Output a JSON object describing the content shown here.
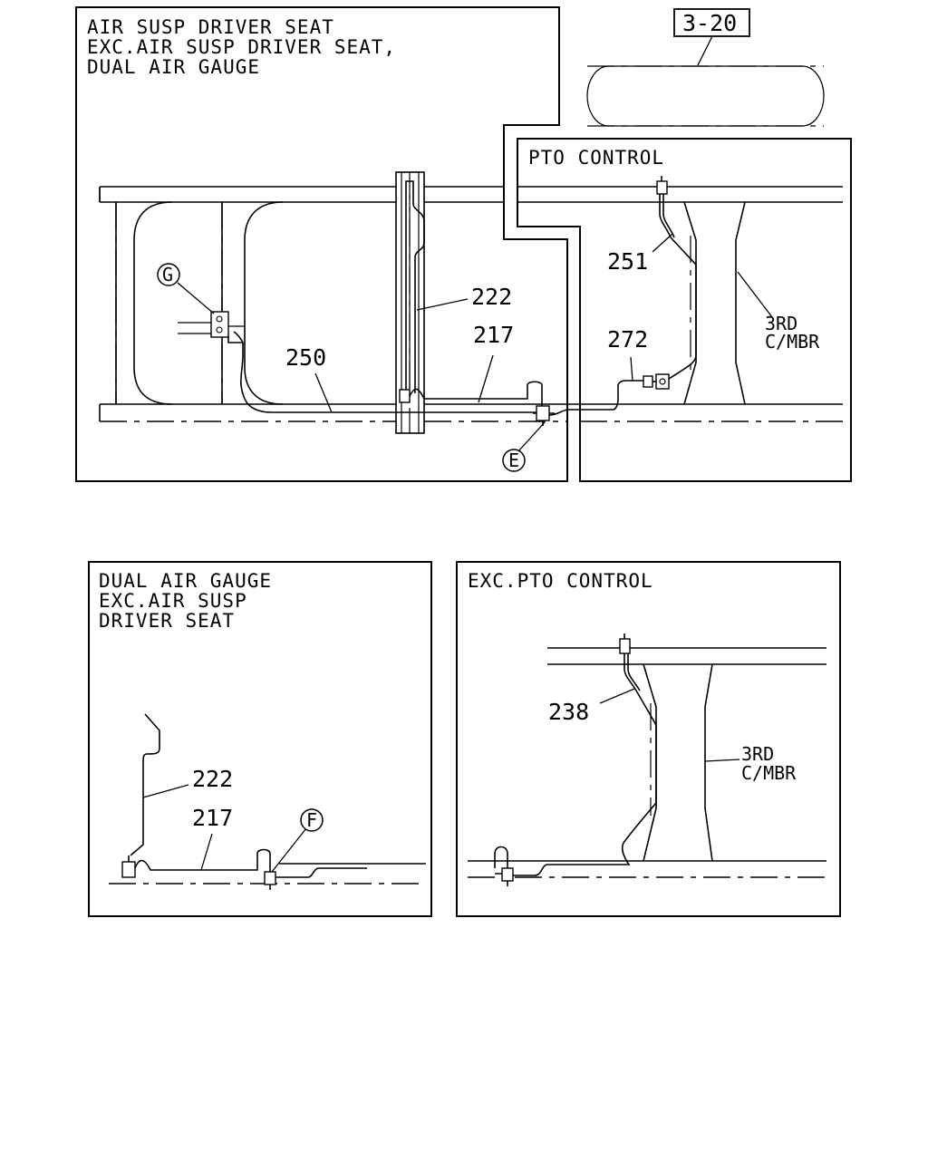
{
  "panel_main": {
    "header": [
      "AIR SUSP DRIVER SEAT",
      "EXC.AIR SUSP DRIVER SEAT,",
      "DUAL AIR GAUGE"
    ],
    "callouts": {
      "p222": "222",
      "p217": "217",
      "p250": "250",
      "marker_g": "G",
      "marker_e": "E"
    }
  },
  "panel_pto": {
    "header": "PTO CONTROL",
    "callouts": {
      "p251": "251",
      "p272": "272",
      "member_line1": "3RD",
      "member_line2": "C/MBR"
    }
  },
  "ref_box": {
    "label": "3-20"
  },
  "panel_dual": {
    "header": [
      "DUAL AIR GAUGE",
      "EXC.AIR SUSP",
      "DRIVER SEAT"
    ],
    "callouts": {
      "p222": "222",
      "p217": "217",
      "marker_f": "F"
    }
  },
  "panel_exc_pto": {
    "header": "EXC.PTO CONTROL",
    "callouts": {
      "p238": "238",
      "member_line1": "3RD",
      "member_line2": "C/MBR"
    }
  }
}
